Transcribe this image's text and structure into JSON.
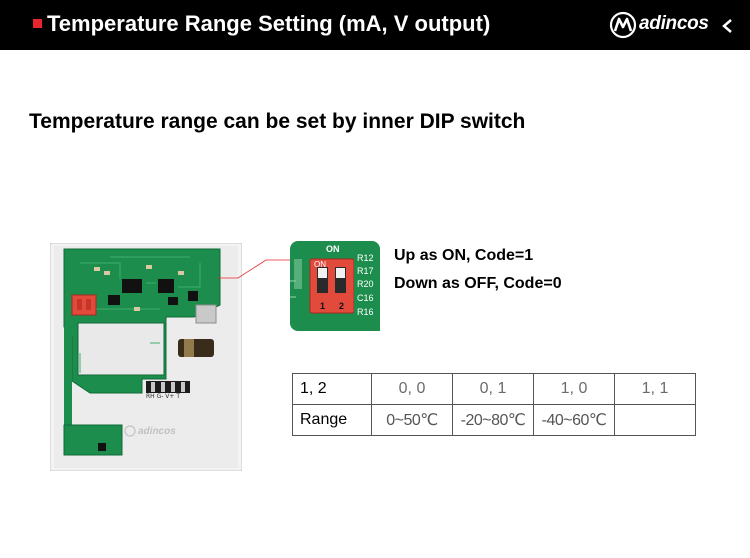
{
  "header": {
    "title": "Temperature Range Setting (mA, V output)",
    "brand": "adincos",
    "bullet_color": "#e8262d"
  },
  "subtitle": "Temperature range can be set by inner DIP switch",
  "device_photo": {
    "silkscreen_brand": "adincos",
    "pin_labels": "RH G- V+ T"
  },
  "dip_photo": {
    "on_label": "ON",
    "on_label_2": "ON",
    "switch_numbers": [
      "1",
      "2"
    ],
    "side_labels": [
      "R12",
      "R17",
      "R20",
      "C16",
      "R16"
    ]
  },
  "notes": {
    "on": "Up as ON, Code=1",
    "off": "Down as OFF, Code=0"
  },
  "table": {
    "header_label": "1, 2",
    "row_label": "Range",
    "codes": [
      "0, 0",
      "0, 1",
      "1, 0",
      "1, 1"
    ],
    "ranges": [
      "0~50℃",
      "-20~80℃",
      "-40~60℃",
      ""
    ]
  },
  "colors": {
    "pcb_green": "#1c8d4c",
    "switch_red": "#e24a3c",
    "header_bg": "#000000"
  }
}
